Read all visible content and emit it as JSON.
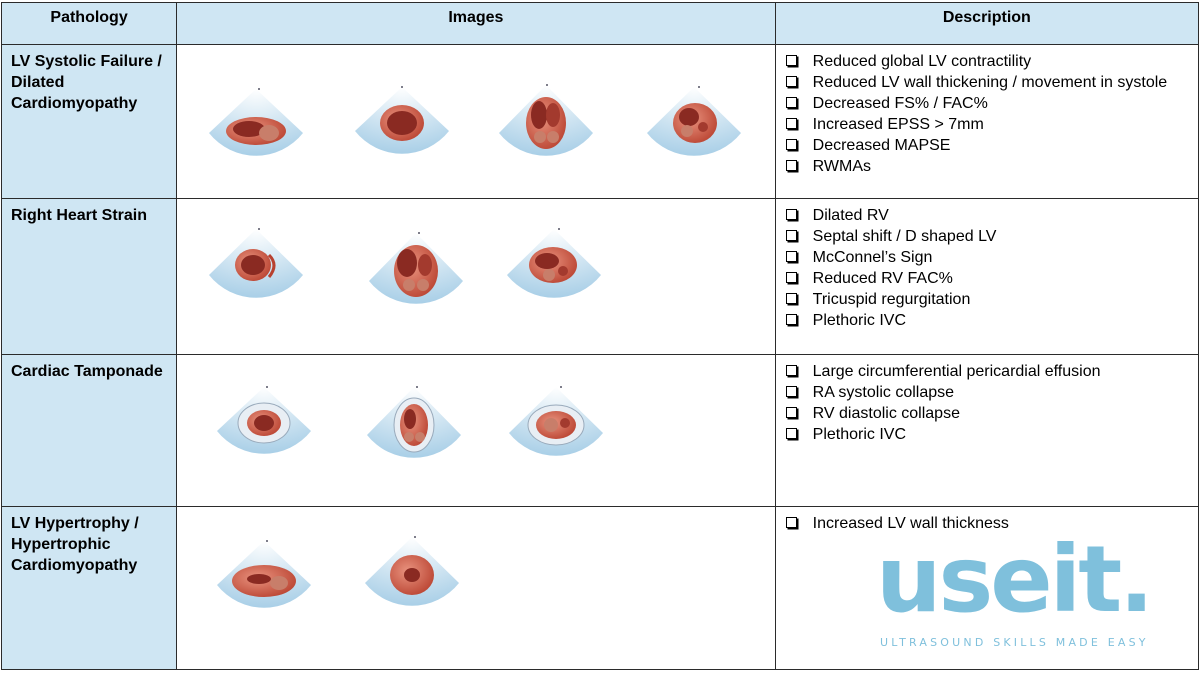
{
  "headers": {
    "pathology": "Pathology",
    "images": "Images",
    "description": "Description"
  },
  "rows": [
    {
      "pathology": "LV Systolic Failure / Dilated Cardiomyopathy",
      "items": [
        "Reduced global LV contractility",
        "Reduced LV wall thickening / movement in systole",
        "Decreased FS% / FAC%",
        "Increased EPSS > 7mm",
        "Decreased MAPSE",
        "RWMAs"
      ]
    },
    {
      "pathology": "Right Heart Strain",
      "items": [
        "Dilated RV",
        "Septal shift / D shaped LV",
        "McConnel’s Sign",
        "Reduced RV FAC%",
        "Tricuspid regurgitation",
        "Plethoric IVC"
      ]
    },
    {
      "pathology": "Cardiac Tamponade",
      "items": [
        "Large circumferential pericardial effusion",
        "RA systolic collapse",
        "RV diastolic collapse",
        "Plethoric IVC"
      ]
    },
    {
      "pathology": "LV Hypertrophy / Hypertrophic Cardiomyopathy",
      "items": [
        "Increased LV wall thickness"
      ]
    }
  ],
  "logo": {
    "text": "useit.",
    "tagline": "ULTRASOUND SKILLS MADE EASY",
    "color": "#7fc0dc"
  },
  "colors": {
    "header_bg": "#cfe6f3",
    "sector": "#b9d8ec",
    "myocardium": "#c84a3c",
    "cavity": "#8a2a22"
  }
}
